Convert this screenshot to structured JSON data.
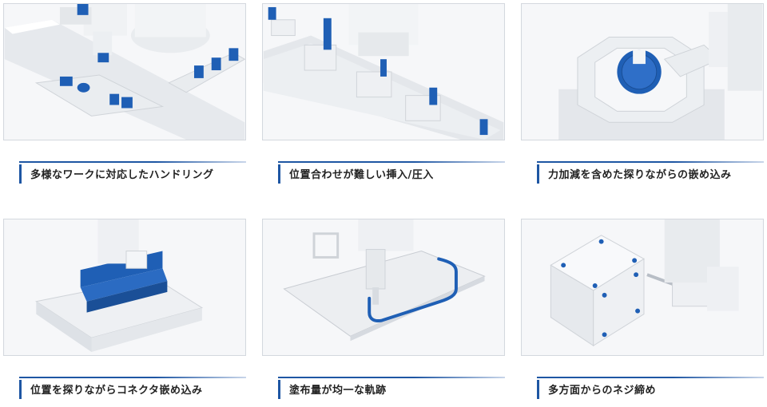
{
  "cards": [
    {
      "caption": "多様なワークに対応したハンドリング",
      "image": "handling-various-workpieces-illustration"
    },
    {
      "caption": "位置合わせが難しい挿入/圧入",
      "image": "difficult-insertion-press-fit-illustration"
    },
    {
      "caption": "力加減を含めた探りながらの嵌め込み",
      "image": "force-controlled-fitting-illustration"
    },
    {
      "caption": "位置を探りながらコネクタ嵌め込み",
      "image": "connector-insertion-illustration"
    },
    {
      "caption": "塗布量が均一な軌跡",
      "image": "uniform-dispensing-path-illustration"
    },
    {
      "caption": "多方面からのネジ締め",
      "image": "multi-direction-screw-tightening-illustration"
    }
  ],
  "colors": {
    "accent": "#1e56a3",
    "part_blue": "#1f5fb5",
    "robot_white": "#eef0f3",
    "border": "#d4d8de"
  }
}
